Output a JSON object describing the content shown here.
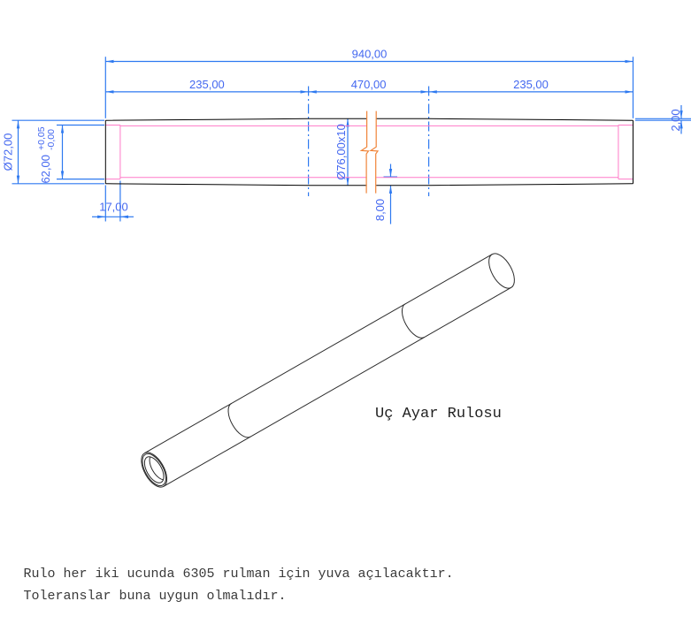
{
  "drawing": {
    "section_view": {
      "dim_overall_length": "940,00",
      "dim_left_section": "235,00",
      "dim_middle_section": "470,00",
      "dim_right_section": "235,00",
      "dim_outer_diameter": "Ø72,00",
      "dim_bore_diameter": "62,00",
      "dim_bore_tolerance_plus": "+0,05",
      "dim_bore_tolerance_minus": "-0,00",
      "dim_tube_spec": "Ø76,00x10",
      "dim_wall_thickness": "8,00",
      "dim_taper_step": "2,00",
      "dim_seat_depth": "17,00"
    },
    "iso_view": {
      "label": "Uç Ayar Rulosu"
    },
    "notes": {
      "line1": "Rulo her iki ucunda 6305 rulman için yuva açılacaktır.",
      "line2": "Toleranslar buna uygun olmalıdır."
    },
    "colors": {
      "dimension_line": "#2e79f0",
      "dimension_text": "#4468f0",
      "bore_line": "#ff7ac8",
      "break_line": "#f08438",
      "outline": "#000000",
      "iso_line": "#2b2b2b",
      "note_text": "#3a3a3a"
    }
  }
}
